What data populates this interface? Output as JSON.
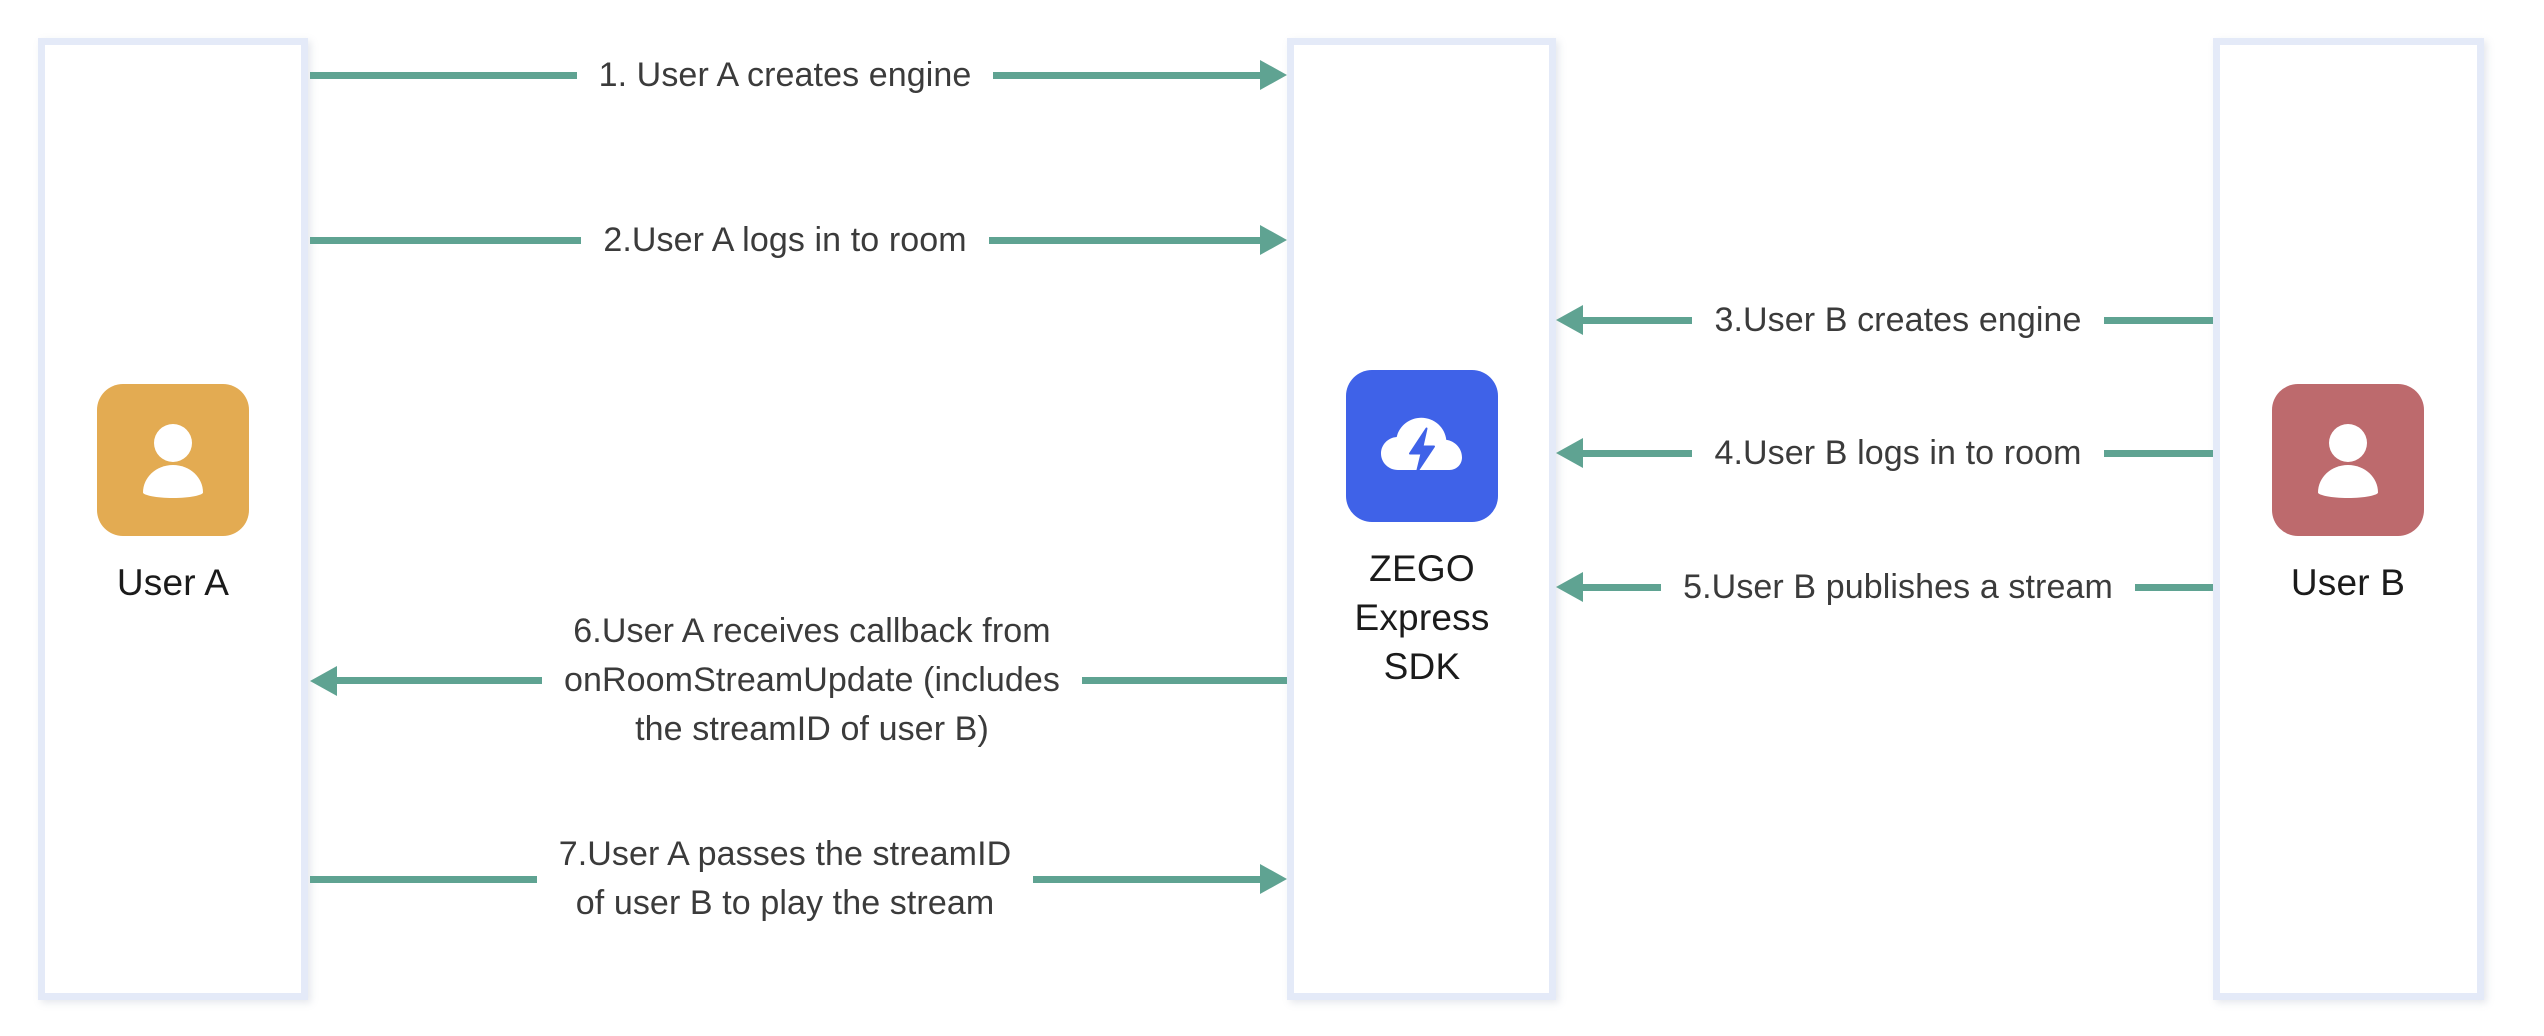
{
  "diagram": {
    "title": "ZEGO Express SDK publish/play sequence",
    "colors": {
      "arrow": "#5fa392",
      "lifeline_border": "#e4eaf8",
      "user_a_avatar": "#e3ab52",
      "user_b_avatar": "#bd6a6d",
      "sdk_avatar": "#3f62e8",
      "label_text": "#3b3b3b",
      "actor_text": "#1b1b1b",
      "background": "#ffffff"
    }
  },
  "actors": [
    {
      "id": "user-a",
      "name": "User A",
      "icon": "person-icon",
      "avatar_color": "#e3ab52"
    },
    {
      "id": "zego-sdk",
      "name": "ZEGO\nExpress\nSDK",
      "icon": "cloud-bolt-icon",
      "avatar_color": "#3f62e8"
    },
    {
      "id": "user-b",
      "name": "User B",
      "icon": "person-icon",
      "avatar_color": "#bd6a6d"
    }
  ],
  "messages": [
    {
      "step": "1",
      "label": "1. User A creates engine",
      "from": "user-a",
      "to": "zego-sdk",
      "direction": "right"
    },
    {
      "step": "2",
      "label": "2.User A logs in to room",
      "from": "user-a",
      "to": "zego-sdk",
      "direction": "right"
    },
    {
      "step": "3",
      "label": "3.User B creates engine",
      "from": "user-b",
      "to": "zego-sdk",
      "direction": "left"
    },
    {
      "step": "4",
      "label": "4.User B logs in to room",
      "from": "user-b",
      "to": "zego-sdk",
      "direction": "left"
    },
    {
      "step": "5",
      "label": "5.User B publishes a stream",
      "from": "user-b",
      "to": "zego-sdk",
      "direction": "left"
    },
    {
      "step": "6",
      "label": "6.User A receives callback from\nonRoomStreamUpdate (includes\nthe streamID of user B)",
      "from": "zego-sdk",
      "to": "user-a",
      "direction": "left"
    },
    {
      "step": "7",
      "label": "7.User A passes the streamID\nof user B to play the stream",
      "from": "user-a",
      "to": "zego-sdk",
      "direction": "right"
    }
  ]
}
